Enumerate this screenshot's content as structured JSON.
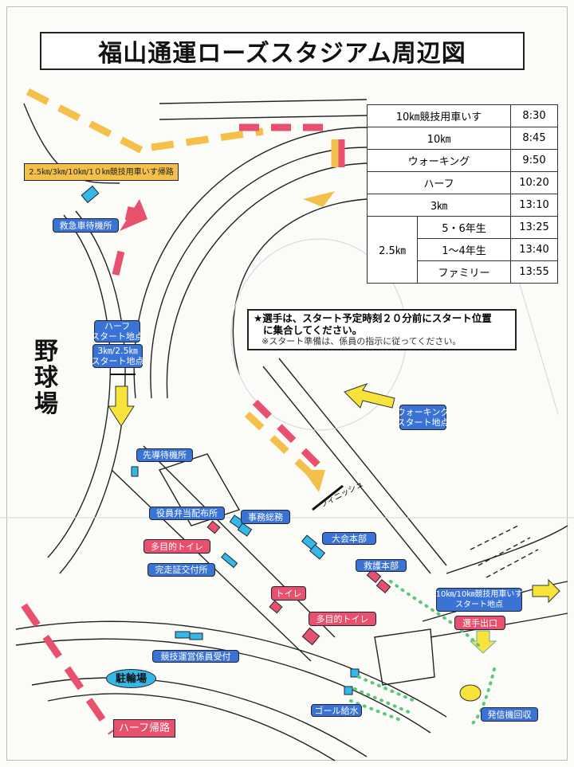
{
  "title": "福山通運ローズスタジアム周辺図",
  "schedule": {
    "rows": [
      {
        "event": "10㎞競技用車いす",
        "time": "8:30"
      },
      {
        "event": "10㎞",
        "time": "8:45"
      },
      {
        "event": "ウォーキング",
        "time": "9:50"
      },
      {
        "event": "ハーフ",
        "time": "10:20"
      },
      {
        "event": "3㎞",
        "time": "13:10"
      }
    ],
    "group_label": "2.5㎞",
    "group_rows": [
      {
        "event": "5・6年生",
        "time": "13:25"
      },
      {
        "event": "1～4年生",
        "time": "13:40"
      },
      {
        "event": "ファミリー",
        "time": "13:55"
      }
    ]
  },
  "notice": {
    "line1": "★選手は、スタート予定時刻２０分前にスタート位置",
    "line2": "に集合してください。",
    "line3": "※スタート準備は、係員の指示に従ってください。"
  },
  "labels": {
    "return_route": "2.5㎞/3㎞/10㎞/1０㎞競技用車いす帰路",
    "ambulance": "救急車待機所",
    "half_start": [
      "ハーフ",
      "スタート地点"
    ],
    "short_start": [
      "3㎞/2.5㎞",
      "スタート地点"
    ],
    "baseball": "野球場",
    "lead_standby": "先導待機所",
    "staff_lunch": "役員弁当配布所",
    "office": "事務総務",
    "multi_toilet_1": "多目的トイレ",
    "certificate": "完走証交付所",
    "hq": "大会本部",
    "first_aid": "救護本部",
    "toilet": "トイレ",
    "multi_toilet_2": "多目的トイレ",
    "wheelchair_start": [
      "10㎞/10㎞競技用車いす",
      "スタート地点"
    ],
    "runner_exit": "選手出口",
    "reception": "競技運営係員受付",
    "bicycle_parking": "駐輪場",
    "goal_water": "ゴール給水",
    "transmitter": "発信機回収",
    "half_return": "ハーフ帰路",
    "walking_start": [
      "ウォーキング",
      "スタート地点"
    ],
    "finish": "フィニッシュ"
  },
  "colors": {
    "blue": "#3a73d6",
    "pink": "#e8506e",
    "orange": "#f4c04a",
    "yellow": "#f7e33a",
    "green": "#5bc87a",
    "cyan": "#33b8e8"
  }
}
